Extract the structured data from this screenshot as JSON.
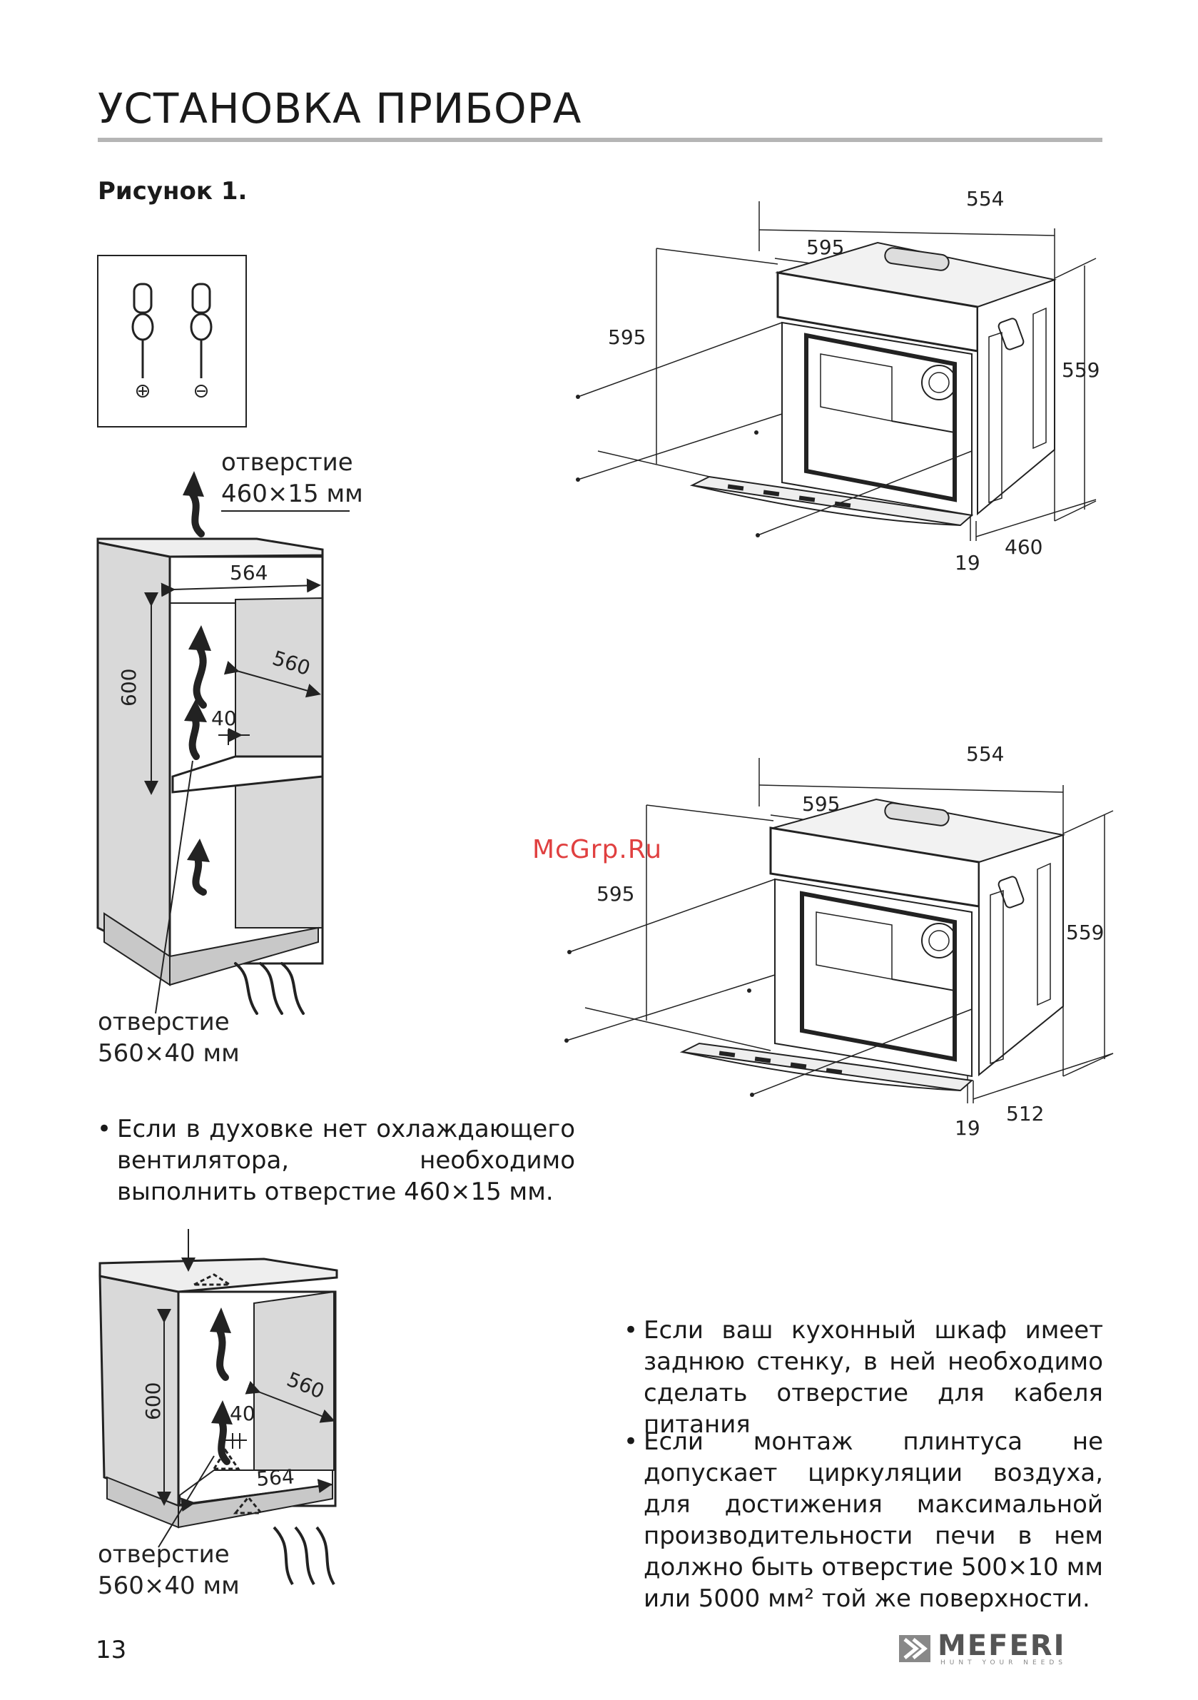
{
  "page": {
    "title": "УСТАНОВКА ПРИБОРА",
    "figure_label": "Рисунок 1.",
    "page_number": "13",
    "watermark": "McGrp.Ru"
  },
  "cabinet_top": {
    "top_hole_label_1": "отверстие",
    "top_hole_label_2": "460×15 мм",
    "width": "564",
    "depth": "560",
    "height": "600",
    "gap": "40",
    "bottom_hole_label_1": "отверстие",
    "bottom_hole_label_2": "560×40 мм"
  },
  "cabinet_bottom": {
    "depth": "560",
    "height": "600",
    "gap": "40",
    "width": "564",
    "bottom_hole_label_1": "отверстие",
    "bottom_hole_label_2": "560×40 мм"
  },
  "oven_top": {
    "width_top": "554",
    "front_width": "595",
    "front_height": "595",
    "height": "559",
    "depth": "460",
    "door_thickness": "19"
  },
  "oven_bottom": {
    "width_top": "554",
    "front_width": "595",
    "front_height": "595",
    "height": "559",
    "depth": "512",
    "door_thickness": "19"
  },
  "notes": {
    "left_1": "Если в духовке нет охлаждающего вентилятора, необходимо выполнить отверстие 460×15 мм.",
    "right_1": "Если ваш кухонный шкаф имеет заднюю стенку, в ней необходимо сделать отверстие для кабеля питания",
    "right_2": "Если монтаж плинтуса не допускает циркуляции воздуха, для достижения максимальной производительности печи в нем должно быть отверстие 500×10 мм или 5000 мм² той же поверхности."
  },
  "brand": {
    "name": "MEFERI",
    "tagline": "HUNT YOUR NEEDS"
  },
  "icons": [
    "phillips-screwdriver-icon",
    "flat-screwdriver-icon",
    "airflow-arrow-icon"
  ],
  "colors": {
    "rule": "#b5b5b5",
    "panel": "#d9d9d9",
    "watermark": "#e04040"
  }
}
